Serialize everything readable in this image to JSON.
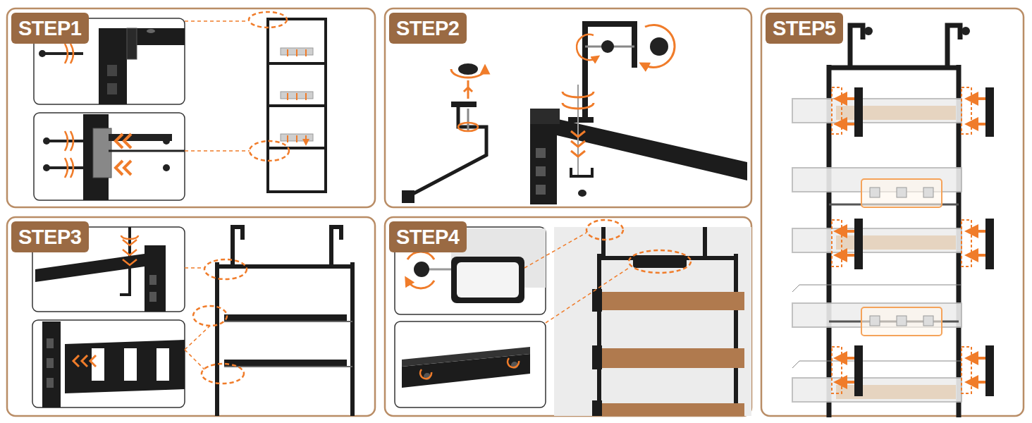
{
  "diagram": {
    "nodes": [
      {
        "text": [
          "STEP1"
        ]
      },
      {
        "text": [
          "STEP2"
        ]
      },
      {
        "text": [
          "STEP5"
        ]
      },
      {
        "text": [
          "STEP3"
        ]
      },
      {
        "text": [
          "STEP4"
        ]
      }
    ]
  }
}
